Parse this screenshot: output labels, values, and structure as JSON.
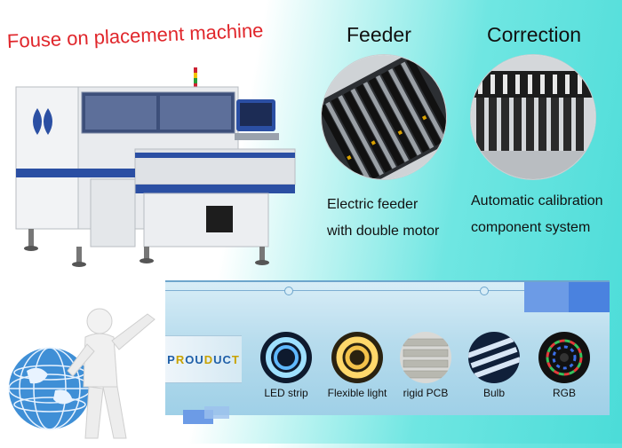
{
  "headline": "Fouse on placement machine",
  "sections": {
    "feeder": {
      "title": "Feeder",
      "desc_line1": "Electric feeder",
      "desc_line2": "with double motor"
    },
    "correction": {
      "title": "Correction",
      "desc_line1": "Automatic calibration",
      "desc_line2": "component system"
    }
  },
  "products": {
    "badge": "PROUDUCT",
    "items": [
      {
        "label": "LED strip"
      },
      {
        "label": "Flexible light"
      },
      {
        "label": "rigid PCB"
      },
      {
        "label": "Bulb"
      },
      {
        "label": "RGB"
      }
    ]
  },
  "colors": {
    "headline": "#e0262b",
    "machine_blue": "#2b4fa3",
    "panel": "#b7dced",
    "accent": "#6c9be6"
  }
}
